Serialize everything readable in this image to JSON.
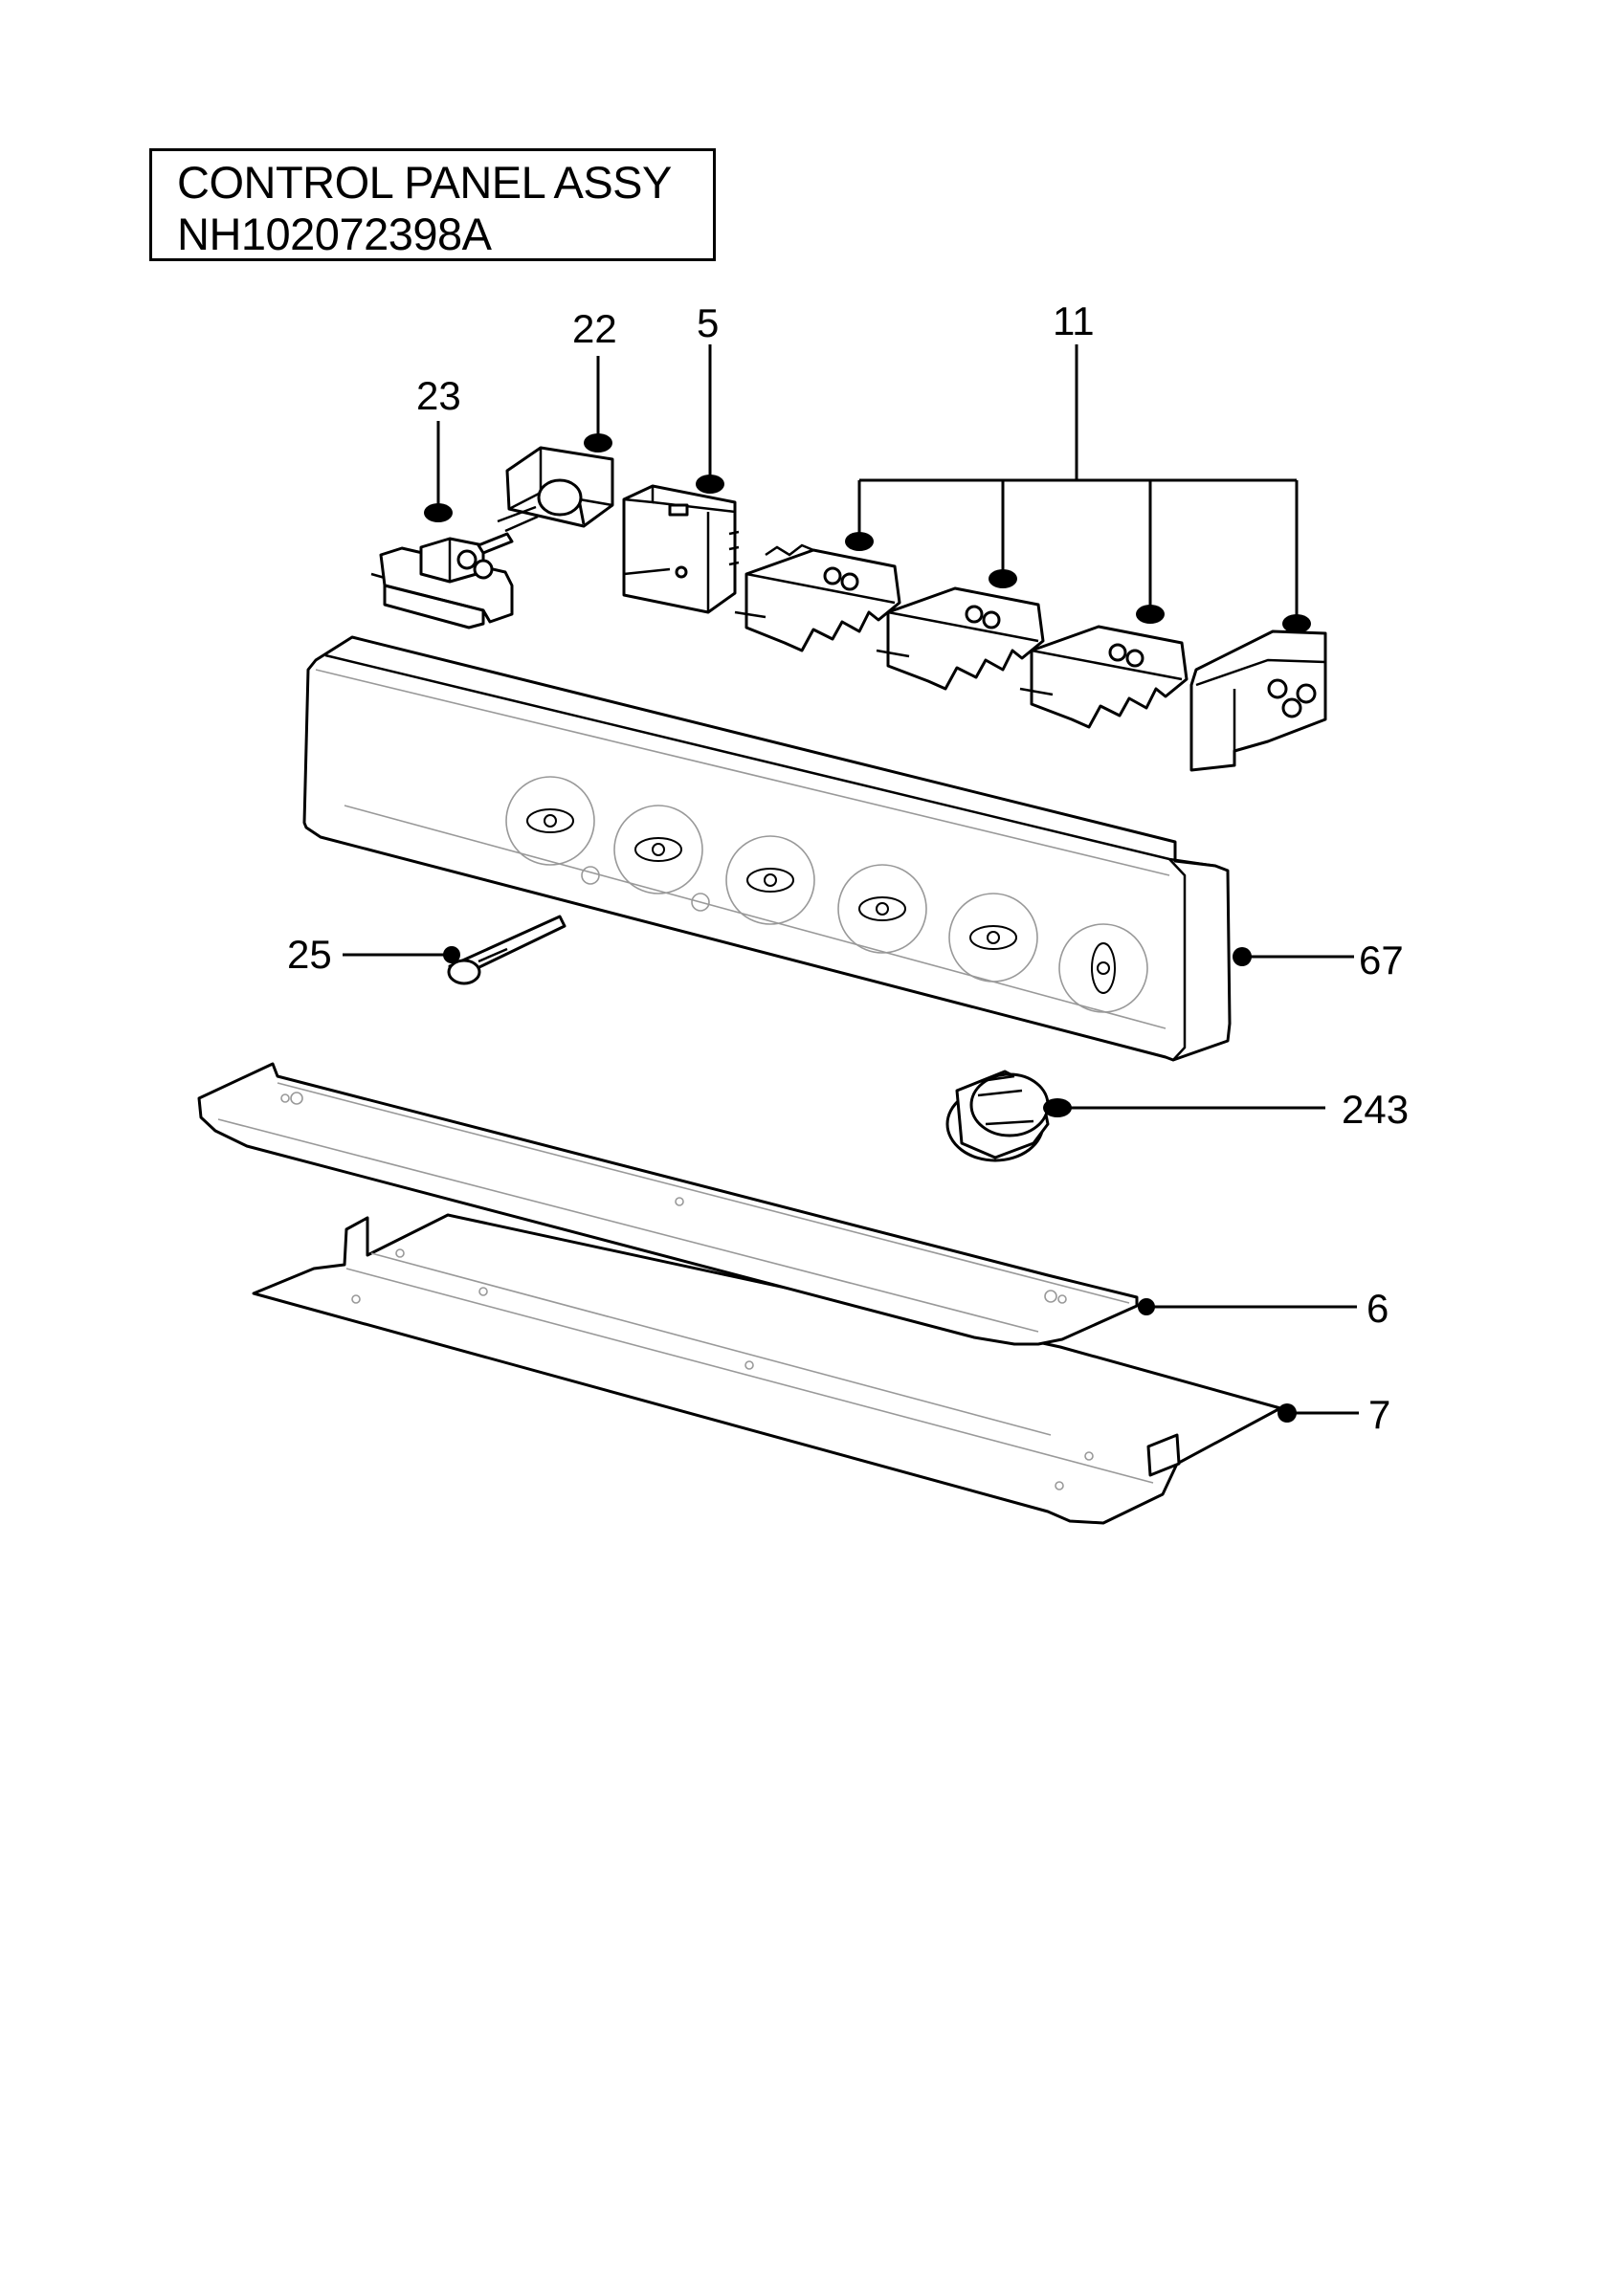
{
  "title": {
    "line1": "CONTROL PANEL ASSY",
    "line2": "NH102072398A"
  },
  "callouts": {
    "c23": "23",
    "c22": "22",
    "c5": "5",
    "c11": "11",
    "c25": "25",
    "c67": "67",
    "c243": "243",
    "c6": "6",
    "c7": "7"
  },
  "colors": {
    "line": "#000000",
    "faint_line": "#999999",
    "background": "#ffffff"
  }
}
